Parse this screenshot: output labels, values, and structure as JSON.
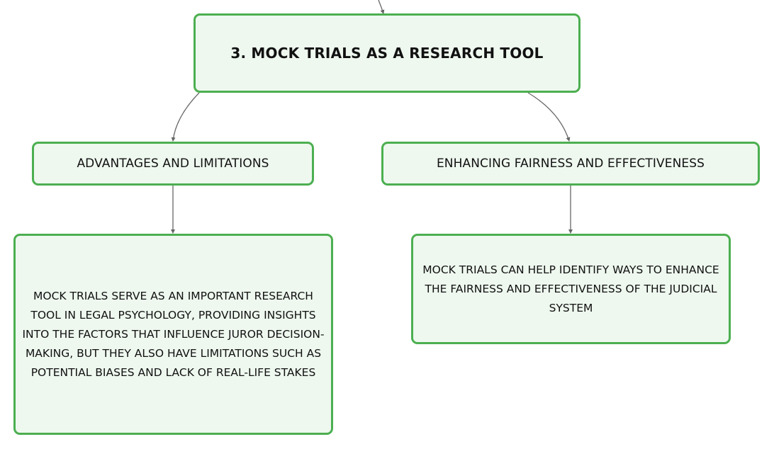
{
  "colors": {
    "node_border": "#4caf50",
    "node_fill": "#eef8ef",
    "connector": "#666666",
    "text": "#111111"
  },
  "mindmap": {
    "title": "3. MOCK TRIALS AS A RESEARCH TOOL",
    "branches": [
      {
        "label": "ADVANTAGES AND LIMITATIONS",
        "detail": "MOCK TRIALS SERVE AS AN IMPORTANT RESEARCH TOOL IN LEGAL PSYCHOLOGY, PROVIDING INSIGHTS INTO THE FACTORS THAT INFLUENCE JUROR DECISION-MAKING, BUT THEY ALSO HAVE LIMITATIONS SUCH AS POTENTIAL BIASES AND LACK OF REAL-LIFE STAKES"
      },
      {
        "label": "ENHANCING FAIRNESS AND EFFECTIVENESS",
        "detail": "MOCK TRIALS CAN HELP IDENTIFY WAYS TO ENHANCE THE FAIRNESS AND EFFECTIVENESS OF THE JUDICIAL SYSTEM"
      }
    ]
  }
}
